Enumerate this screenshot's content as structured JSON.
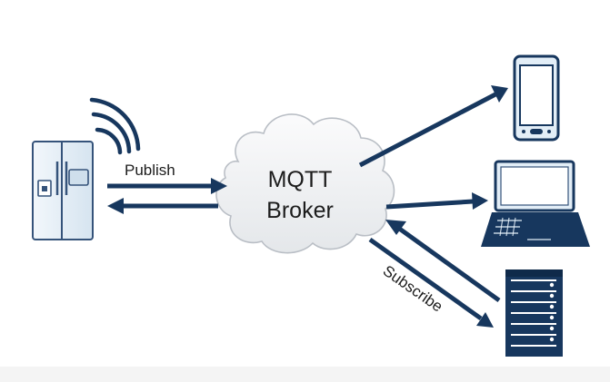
{
  "diagram": {
    "broker": {
      "line1": "MQTT",
      "line2": "Broker"
    },
    "labels": {
      "publish": "Publish",
      "subscribe": "Subscribe"
    },
    "nodes": {
      "publisher": "refrigerator-icon",
      "subscriber_1": "smartphone-icon",
      "subscriber_2": "laptop-icon",
      "subscriber_3": "server-icon"
    },
    "colors": {
      "arrow": "#17375e",
      "device_outline": "#35537a",
      "device_fill": "#e3eef7",
      "cloud_fill": "#eef0f2",
      "cloud_stroke": "#b9bec5",
      "text": "#1c1c1c"
    }
  }
}
